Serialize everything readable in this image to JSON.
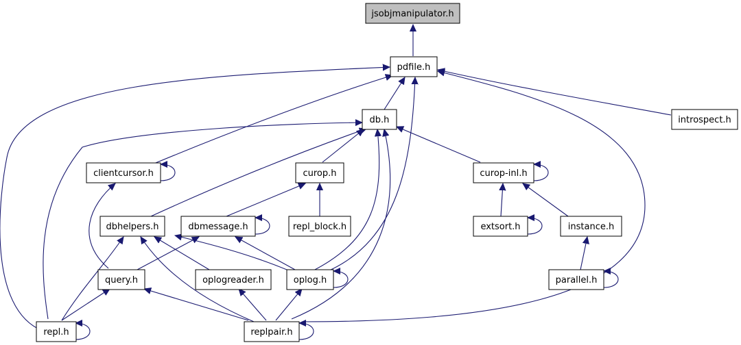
{
  "diagram": {
    "nodes": [
      {
        "id": "jsobjmanipulator",
        "label": "jsobjmanipulator.h",
        "root": true
      },
      {
        "id": "pdfile",
        "label": "pdfile.h"
      },
      {
        "id": "introspect",
        "label": "introspect.h"
      },
      {
        "id": "db",
        "label": "db.h"
      },
      {
        "id": "clientcursor",
        "label": "clientcursor.h"
      },
      {
        "id": "curop",
        "label": "curop.h"
      },
      {
        "id": "curopinl",
        "label": "curop-inl.h"
      },
      {
        "id": "dbhelpers",
        "label": "dbhelpers.h"
      },
      {
        "id": "dbmessage",
        "label": "dbmessage.h"
      },
      {
        "id": "replblock",
        "label": "repl_block.h"
      },
      {
        "id": "extsort",
        "label": "extsort.h"
      },
      {
        "id": "instance",
        "label": "instance.h"
      },
      {
        "id": "query",
        "label": "query.h"
      },
      {
        "id": "oplogreader",
        "label": "oplogreader.h"
      },
      {
        "id": "oplog",
        "label": "oplog.h"
      },
      {
        "id": "parallel",
        "label": "parallel.h"
      },
      {
        "id": "repl",
        "label": "repl.h"
      },
      {
        "id": "replpair",
        "label": "replpair.h"
      }
    ],
    "edges": [
      {
        "from": "pdfile",
        "to": "jsobjmanipulator"
      },
      {
        "from": "introspect",
        "to": "pdfile"
      },
      {
        "from": "db",
        "to": "pdfile"
      },
      {
        "from": "clientcursor",
        "to": "pdfile"
      },
      {
        "from": "repl",
        "to": "pdfile"
      },
      {
        "from": "oplog",
        "to": "pdfile"
      },
      {
        "from": "replpair",
        "to": "pdfile"
      },
      {
        "from": "curop",
        "to": "db"
      },
      {
        "from": "curopinl",
        "to": "db"
      },
      {
        "from": "dbhelpers",
        "to": "db"
      },
      {
        "from": "oplog",
        "to": "db"
      },
      {
        "from": "replpair",
        "to": "db"
      },
      {
        "from": "repl",
        "to": "db"
      },
      {
        "from": "clientcursor",
        "to": "clientcursor"
      },
      {
        "from": "query",
        "to": "clientcursor"
      },
      {
        "from": "dbmessage",
        "to": "curop"
      },
      {
        "from": "replblock",
        "to": "curop"
      },
      {
        "from": "curopinl",
        "to": "curopinl"
      },
      {
        "from": "extsort",
        "to": "curopinl"
      },
      {
        "from": "instance",
        "to": "curopinl"
      },
      {
        "from": "dbmessage",
        "to": "dbmessage"
      },
      {
        "from": "query",
        "to": "dbmessage"
      },
      {
        "from": "oplog",
        "to": "dbmessage"
      },
      {
        "from": "extsort",
        "to": "extsort"
      },
      {
        "from": "parallel",
        "to": "instance"
      },
      {
        "from": "parallel",
        "to": "parallel"
      },
      {
        "from": "repl",
        "to": "dbhelpers"
      },
      {
        "from": "oplogreader",
        "to": "dbhelpers"
      },
      {
        "from": "replpair",
        "to": "dbhelpers"
      },
      {
        "from": "oplog",
        "to": "dbhelpers"
      },
      {
        "from": "repl",
        "to": "query"
      },
      {
        "from": "replpair",
        "to": "query"
      },
      {
        "from": "replpair",
        "to": "oplogreader"
      },
      {
        "from": "oplog",
        "to": "oplog"
      },
      {
        "from": "replpair",
        "to": "oplog"
      },
      {
        "from": "repl",
        "to": "repl"
      },
      {
        "from": "replpair",
        "to": "replpair"
      }
    ]
  }
}
